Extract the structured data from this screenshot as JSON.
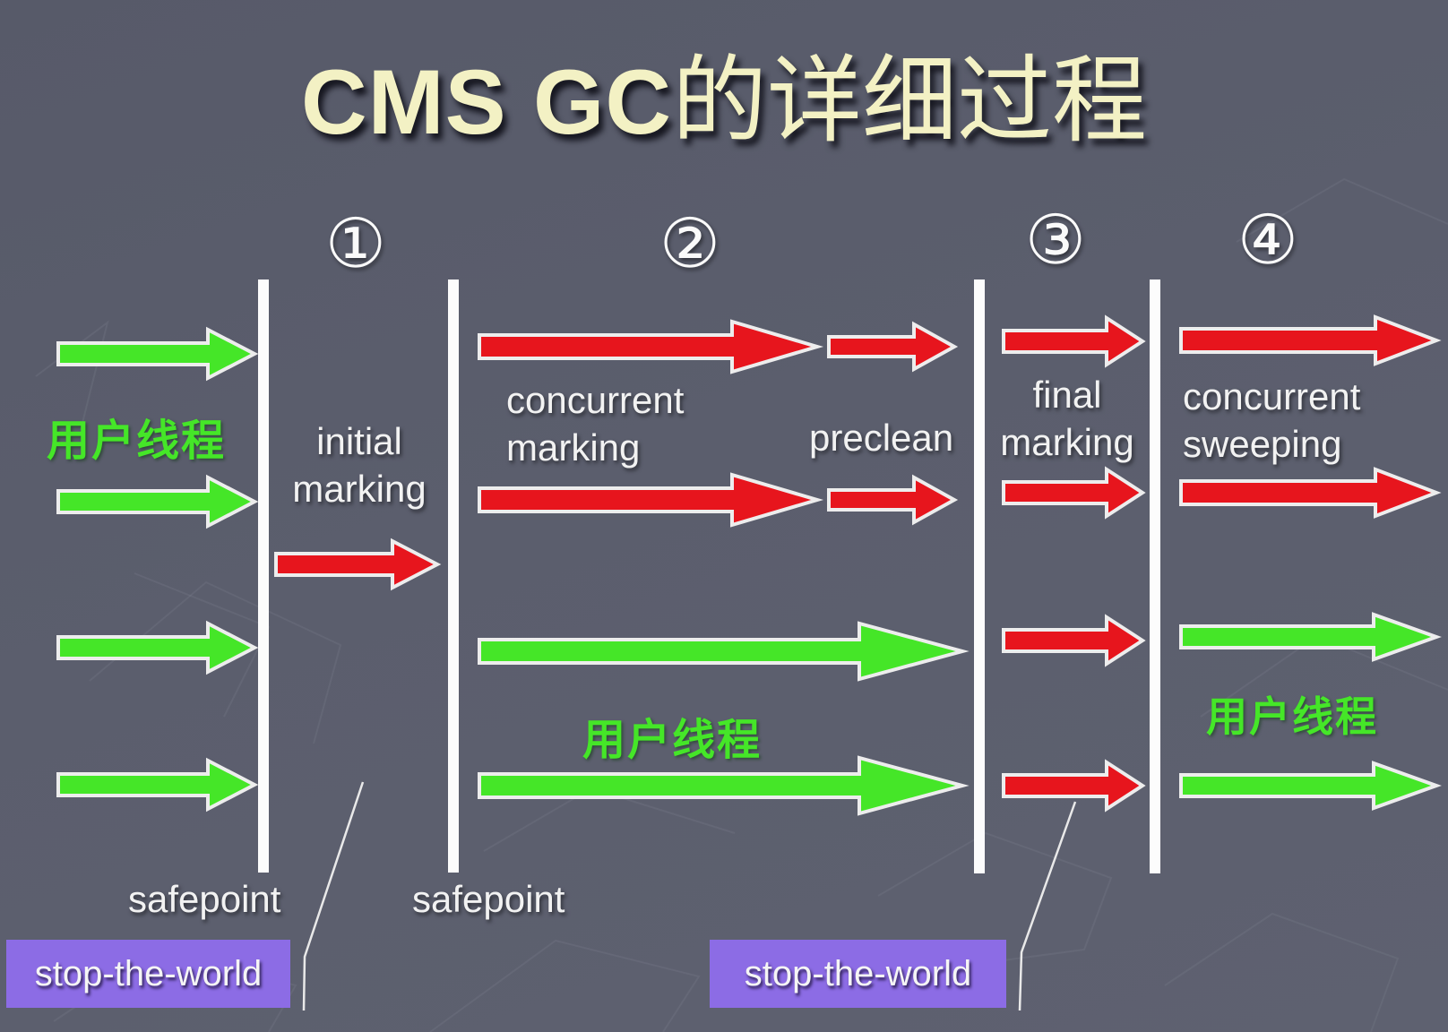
{
  "title": {
    "latin": "CMS GC",
    "cjk": "的详细过程"
  },
  "phase_markers": [
    "①",
    "②",
    "③",
    "④"
  ],
  "labels": {
    "initial_marking": {
      "line1": "initial",
      "line2": "marking"
    },
    "concurrent_marking": {
      "line1": "concurrent",
      "line2": "marking"
    },
    "preclean": "preclean",
    "final_marking": {
      "line1": "final",
      "line2": "marking"
    },
    "concurrent_sweeping": {
      "line1": "concurrent",
      "line2": "sweeping"
    }
  },
  "user_threads": {
    "left": "用户线程",
    "middle": "用户线程",
    "right": "用户线程"
  },
  "safepoints": {
    "first": "safepoint",
    "second": "safepoint"
  },
  "stop_the_world": {
    "first": "stop-the-world",
    "second": "stop-the-world"
  },
  "colors": {
    "background": "#5b5e6d",
    "user_thread_green": "#45e628",
    "gc_thread_red": "#e7151d",
    "safepoint_bar_white": "#fcfcfc",
    "stop_the_world_purple": "#8c6ce5",
    "title_cream": "#f3f1c4"
  }
}
